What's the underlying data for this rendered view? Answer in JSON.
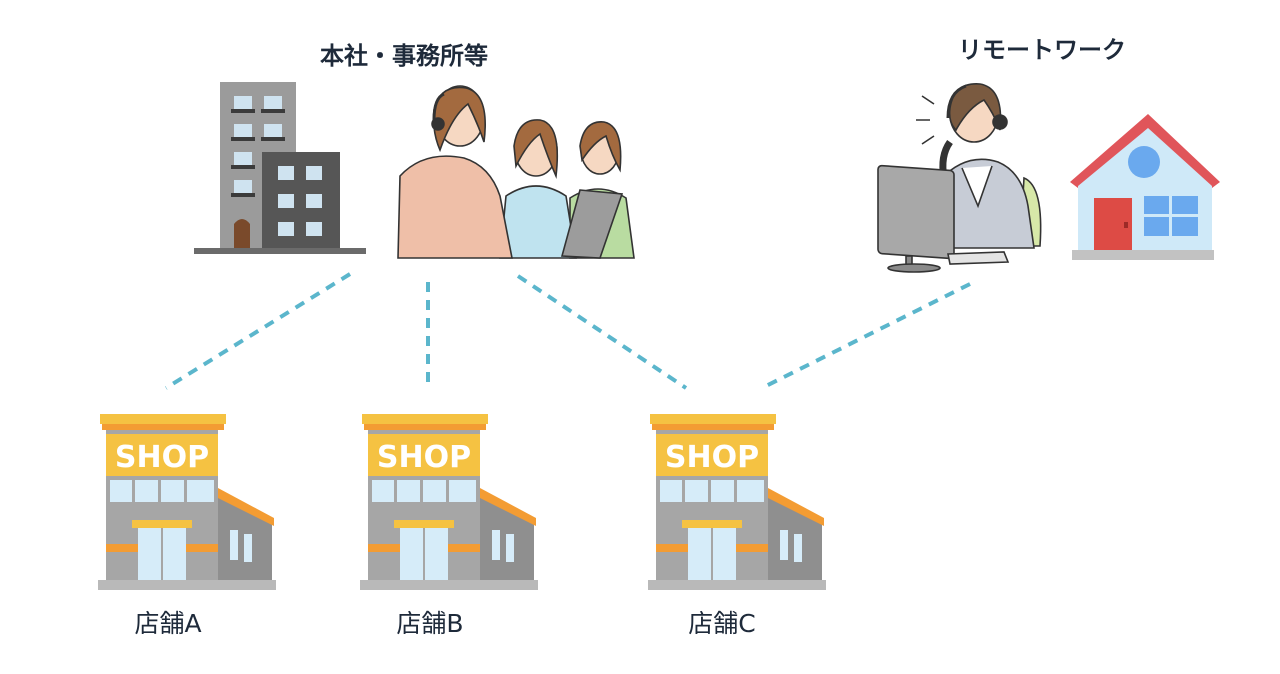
{
  "nodes": {
    "office": {
      "label": "本社・事務所等",
      "icons": [
        "office-building-icon",
        "call-center-operators-icon"
      ]
    },
    "remote": {
      "label": "リモートワーク",
      "icons": [
        "remote-operator-icon",
        "house-icon"
      ]
    },
    "stores": [
      {
        "label": "店舗A",
        "sign": "SHOP"
      },
      {
        "label": "店舗B",
        "sign": "SHOP"
      },
      {
        "label": "店舗C",
        "sign": "SHOP"
      }
    ]
  },
  "connections": [
    {
      "from": "office",
      "to": "店舗A"
    },
    {
      "from": "office",
      "to": "店舗B"
    },
    {
      "from": "office",
      "to": "店舗C"
    },
    {
      "from": "remote",
      "to": "店舗C"
    }
  ],
  "colors": {
    "connector": "#5bb6cc",
    "shop_orange": "#f39c33",
    "shop_yellow": "#f5c242",
    "shop_gray": "#a6a6a6",
    "shop_glass": "#d6ecf9",
    "building_light": "#9b9b9b",
    "building_dark": "#565656",
    "house_roof": "#e0555a",
    "house_wall": "#cfe9f8",
    "house_door": "#dd4b45",
    "house_window": "#6aa9ee",
    "text": "#1e2a3a"
  }
}
